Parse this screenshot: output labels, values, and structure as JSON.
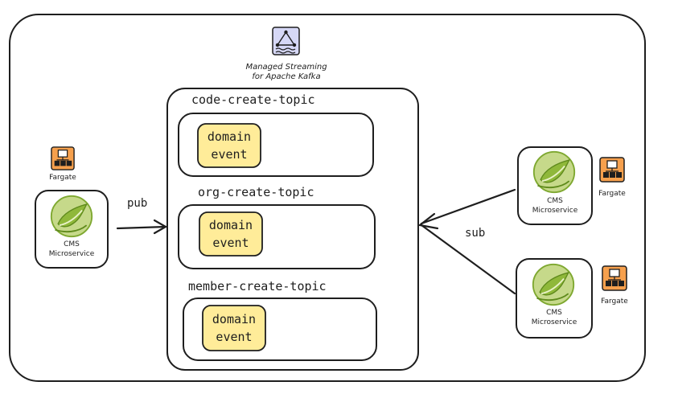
{
  "kafka": {
    "label_line1": "Managed Streaming",
    "label_line2": "for Apache Kafka",
    "icon": "msk-kafka-icon"
  },
  "topics": [
    {
      "name": "code-create-topic",
      "event_line1": "domain",
      "event_line2": "event"
    },
    {
      "name": "org-create-topic",
      "event_line1": "domain",
      "event_line2": "event"
    },
    {
      "name": "member-create-topic",
      "event_line1": "domain",
      "event_line2": "event"
    }
  ],
  "publisher": {
    "fargate_label": "Fargate",
    "service_line1": "CMS",
    "service_line2": "Microservice",
    "icon": "spring-icon"
  },
  "subscribers": [
    {
      "fargate_label": "Fargate",
      "service_line1": "CMS",
      "service_line2": "Microservice",
      "icon": "spring-icon"
    },
    {
      "fargate_label": "Fargate",
      "service_line1": "CMS",
      "service_line2": "Microservice",
      "icon": "spring-icon"
    }
  ],
  "edges": {
    "pub_label": "pub",
    "sub_label": "sub"
  },
  "colors": {
    "event_fill": "#ffec99",
    "event_stroke": "#1e1e1e",
    "spring_green": "#8fb83a",
    "fargate_orange": "#e07b22"
  }
}
